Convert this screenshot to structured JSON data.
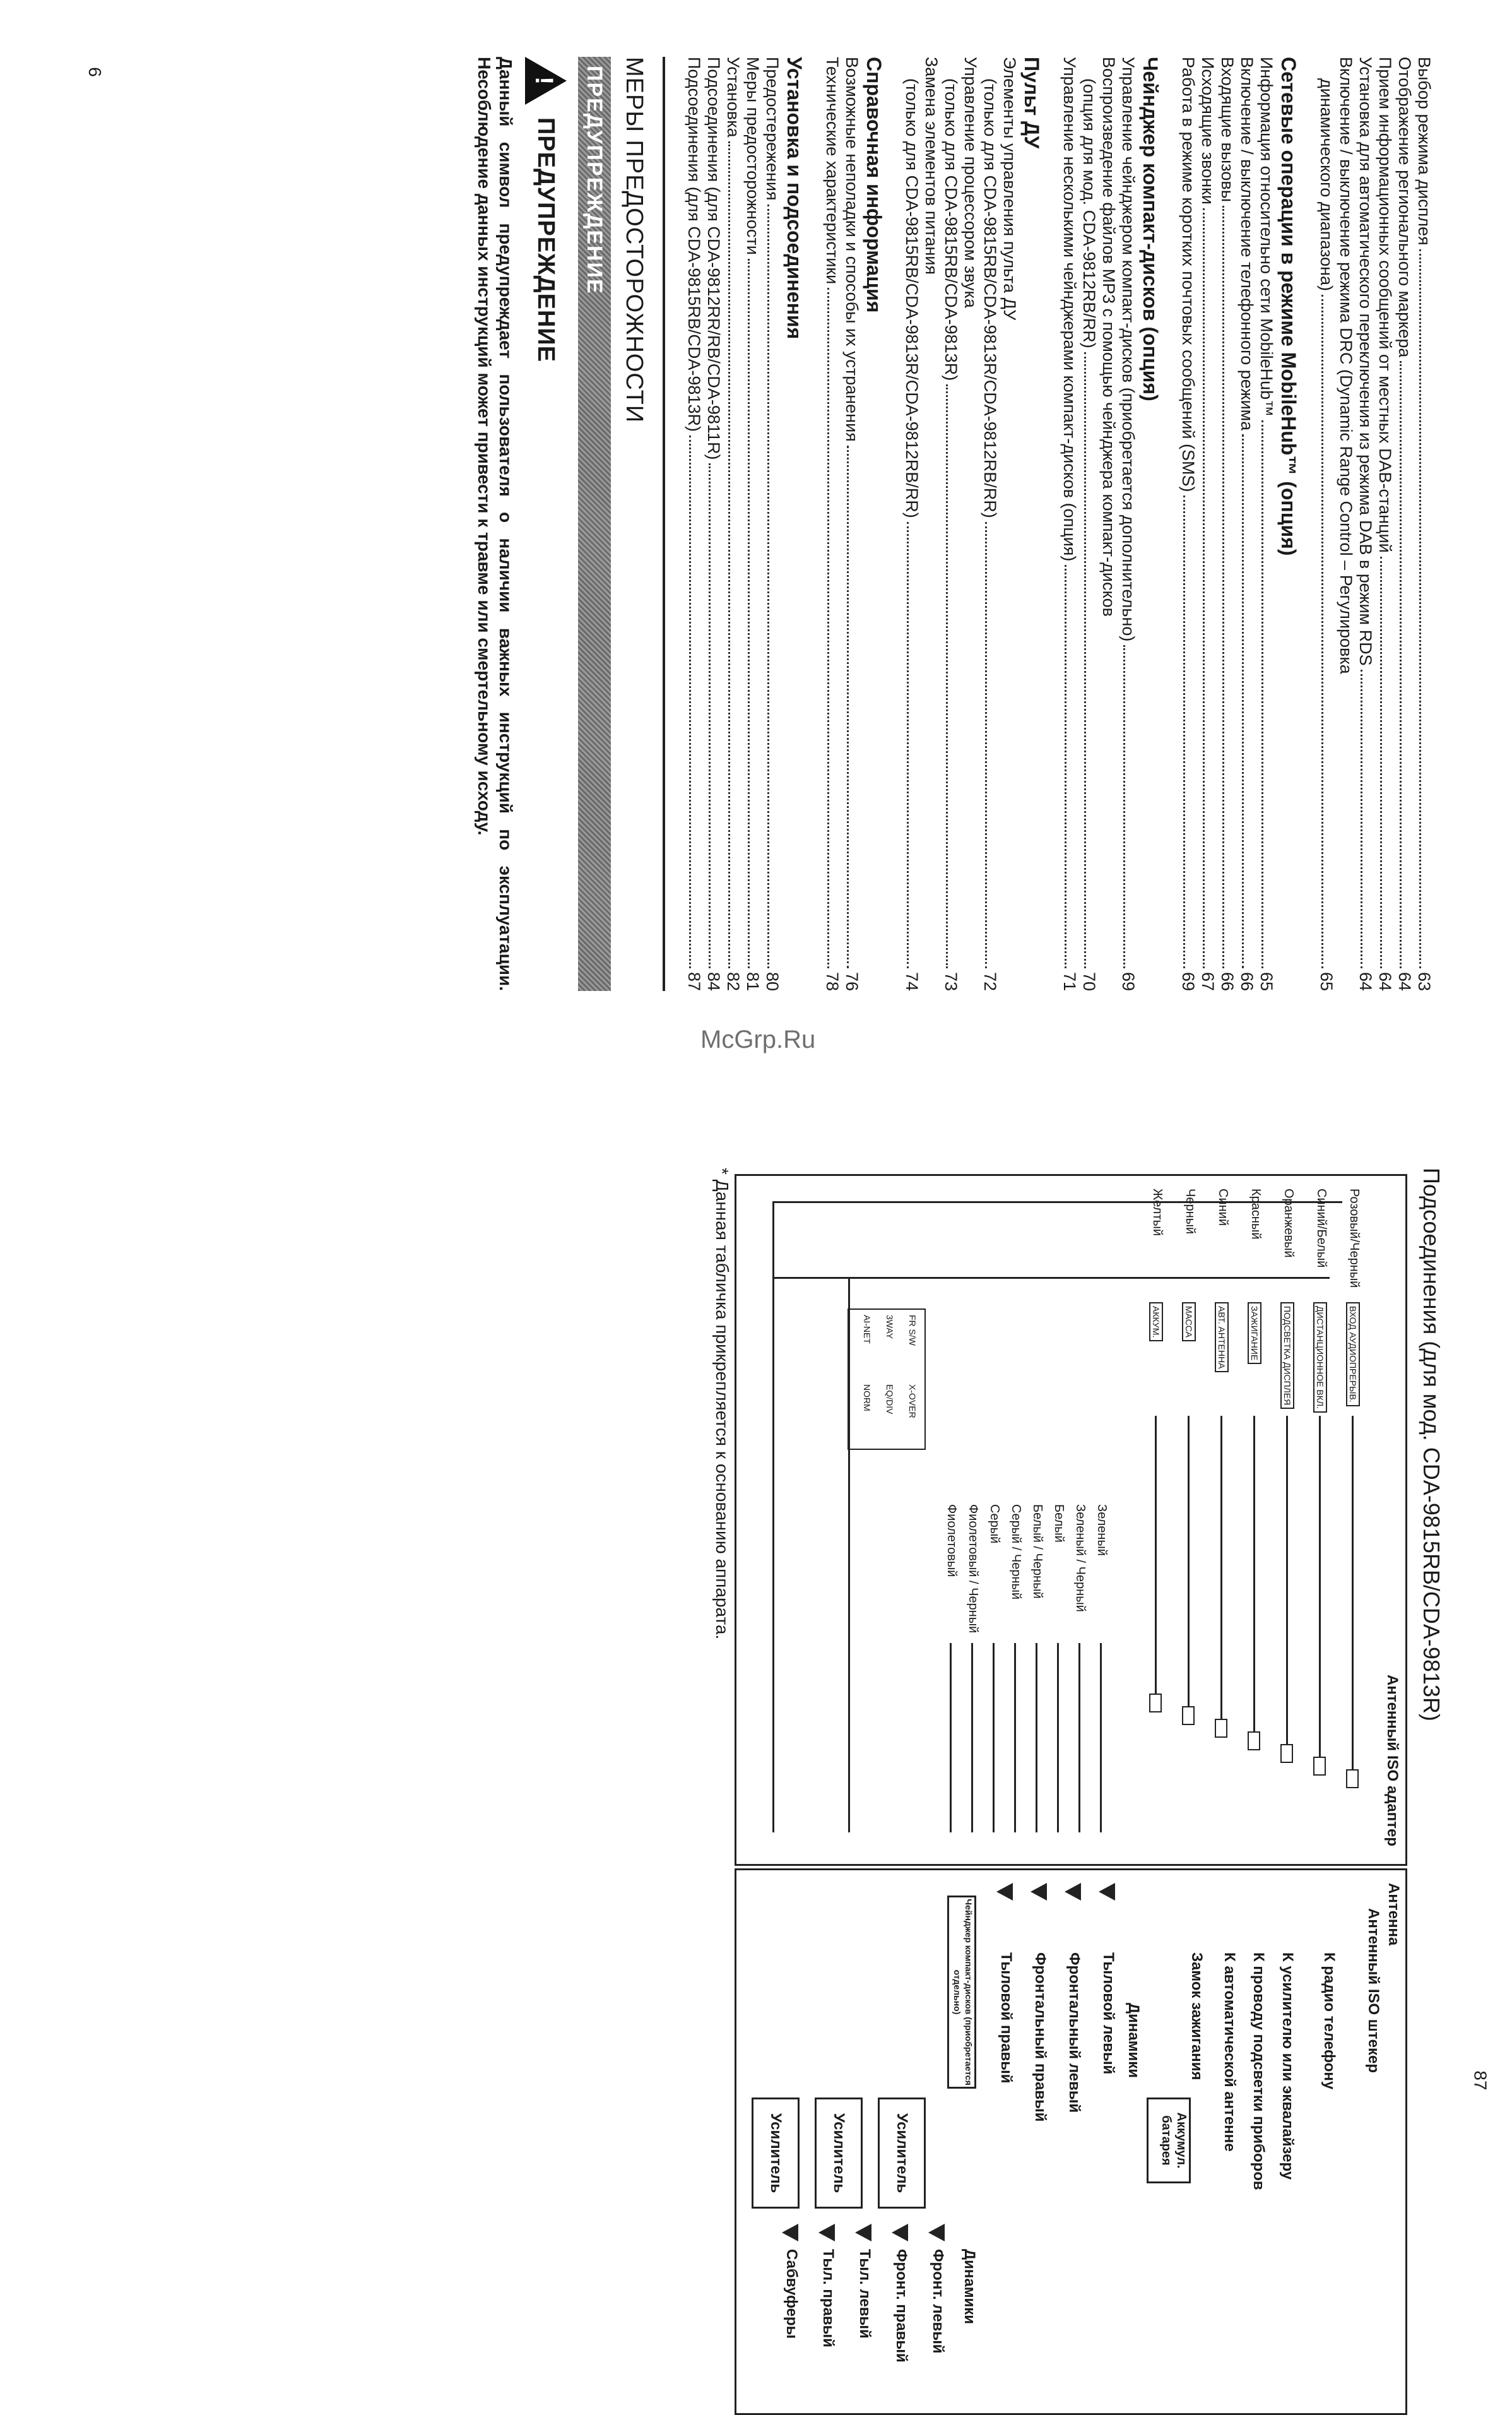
{
  "page_numbers": {
    "top": "6",
    "bottom": "87"
  },
  "watermark": "McGrp.Ru",
  "toc": {
    "continued_items": [
      {
        "title": "Выбор режима дисплея",
        "page": "63"
      },
      {
        "title": "Отображение регионального маркера",
        "page": "64"
      },
      {
        "title": "Прием информационных сообщений от местных DAB-станций",
        "page": "64"
      },
      {
        "title": "Установка для автоматического переключения из режима DAB в режим RDS",
        "page": "64"
      },
      {
        "title": "Включение / выключение режима DRC (Dynamic Range Control – Регулировка",
        "page": ""
      },
      {
        "title": "динамического диапазона)",
        "page": "65",
        "indent": 1
      }
    ],
    "sections": [
      {
        "heading": "Сетевые операции в режиме MobileHub™ (опция)",
        "items": [
          {
            "title": "Информация относительно сети MobileHub™",
            "page": "65"
          },
          {
            "title": "Включение / выключение телефонного режима",
            "page": "66"
          },
          {
            "title": "Входящие вызовы",
            "page": "66"
          },
          {
            "title": "Исходящие звонки",
            "page": "67"
          },
          {
            "title": "Работа в режиме коротких почтовых сообщений (SMS)",
            "page": "69"
          }
        ]
      },
      {
        "heading": "Чейнджер компакт-дисков (опция)",
        "items": [
          {
            "title": "Управление чейнджером компакт-дисков (приобретается дополнительно)",
            "page": "69"
          },
          {
            "title": "Воспроизведение файлов MP3 с помощью чейнджера компакт-дисков",
            "page": ""
          },
          {
            "title": "(опция для мод. CDA-9812RB/RR)",
            "page": "70",
            "indent": 1
          },
          {
            "title": "Управление несколькими чейнджерами компакт-дисков (опция)",
            "page": "71"
          }
        ]
      },
      {
        "heading": "Пульт ДУ",
        "items": [
          {
            "title": "Элементы управления пульта ДУ",
            "page": ""
          },
          {
            "title": "(только для CDA-9815RB/CDA-9813R/CDA-9812RB/RR)",
            "page": "72",
            "indent": 1
          },
          {
            "title": "Управление процессором звука",
            "page": ""
          },
          {
            "title": "(только для CDA-9815RB/CDA-9813R)",
            "page": "73",
            "indent": 1
          },
          {
            "title": "Замена элементов питания",
            "page": ""
          },
          {
            "title": "(только для CDA-9815RB/CDA-9813R/CDA-9812RB/RR)",
            "page": "74",
            "indent": 1
          }
        ]
      },
      {
        "heading": "Справочная информация",
        "items": [
          {
            "title": "Возможные неполадки и способы их устранения",
            "page": "76"
          },
          {
            "title": "Технические характеристики",
            "page": "78"
          }
        ]
      },
      {
        "heading": "Установка и подсоединения",
        "items": [
          {
            "title": "Предостережения",
            "page": "80"
          },
          {
            "title": "Меры предосторожности",
            "page": "81"
          },
          {
            "title": "Установка",
            "page": "82"
          },
          {
            "title": "Подсоединения (для CDA-9812RR/RB/CDA-9811R)",
            "page": "84"
          },
          {
            "title": "Подсоединения (для CDA-9815RB/CDA-9813R)",
            "page": "87"
          }
        ]
      }
    ]
  },
  "precautions": {
    "title": "МЕРЫ ПРЕДОСТОРОЖНОСТИ",
    "banner": "ПРЕДУПРЕЖДЕНИЕ",
    "warning_title": "ПРЕДУПРЕЖДЕНИЕ",
    "warning_text": "Данный символ предупреждает пользователя о наличии важных инструкций по эксплуатации. Несоблюдение данных инструкций может привести к травме или смертельному исходу."
  },
  "diagram": {
    "title": "Подсоединения (для мод. CDA-9815RB/CDA-9813R)",
    "note": "* Данная табличка прикрепляется к основанию аппарата.",
    "left_labels": {
      "iso_adapter": "Антенный ISO адаптер",
      "wires": [
        {
          "color": "Розовый/Черный",
          "tag": "ВХОД АУДИОПРЕРЫВ."
        },
        {
          "color": "Синий/Белый",
          "tag": "ДИСТАНЦИОННОЕ ВКЛ."
        },
        {
          "color": "Оранжевый",
          "tag": "ПОДСВЕТКА ДИСПЛЕЯ"
        },
        {
          "color": "Красный",
          "tag": "ЗАЖИГАНИЕ"
        },
        {
          "color": "Синий",
          "tag": "АВТ. АНТЕННА"
        },
        {
          "color": "Черный",
          "tag": "МАССА"
        },
        {
          "color": "Желтый",
          "tag": "АККУМ."
        }
      ],
      "speaker_wires": [
        "Зеленый",
        "Зеленый / Черный",
        "Белый",
        "Белый / Черный",
        "Серый / Черный",
        "Серый",
        "Фиолетовый / Черный",
        "Фиолетовый"
      ],
      "switch_labels": [
        "FR S/W",
        "X-OVER",
        "3WAY",
        "EQ/DIV",
        "AI-NET",
        "NORM"
      ]
    },
    "right_labels": {
      "antenna": "Антенна",
      "iso_plug": "Антенный ISO штекер",
      "radio_phone": "К радио телефону",
      "amp_eq": "К усилителю или эквалайзеру",
      "dimmer": "К проводу подсветки приборов",
      "auto_antenna": "К автоматической антенне",
      "ignition": "Замок зажигания",
      "battery": "Аккумул. батарея",
      "speakers_title": "Динамики",
      "speakers": [
        "Тыловой левый",
        "Фронтальный левый",
        "Фронтальный правый",
        "Тыловой правый"
      ],
      "changer": "Чейнджер компакт-дисков (приобретается отдельно)",
      "amp_speakers_title": "Динамики",
      "amplifiers": [
        "Усилитель",
        "Усилитель",
        "Усилитель"
      ],
      "amp_speakers": [
        "Фронт. левый",
        "Фронт. правый",
        "Тыл. левый",
        "Тыл. правый",
        "Сабвуферы"
      ]
    }
  }
}
